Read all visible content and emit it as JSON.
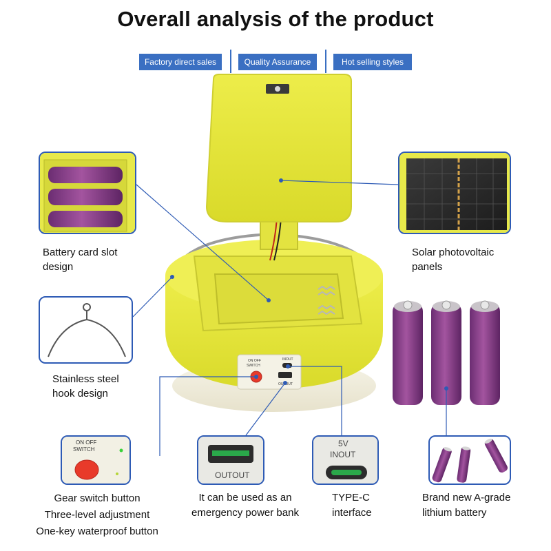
{
  "title": "Overall analysis of the product",
  "badges": [
    "Factory direct sales",
    "Quality Assurance",
    "Hot selling styles"
  ],
  "features": {
    "battery_slot": [
      "Battery card slot",
      "design"
    ],
    "solar": [
      "Solar photovoltaic",
      "panels"
    ],
    "hook": [
      "Stainless steel",
      "hook design"
    ],
    "switch": [
      "Gear switch button",
      "Three-level adjustment",
      "One-key waterproof button"
    ],
    "powerbank": [
      "It can be used as an",
      "emergency power bank"
    ],
    "typec": [
      "TYPE-C",
      "interface"
    ],
    "battery": [
      "Brand new A-grade",
      "lithium battery"
    ]
  },
  "device_text": {
    "on_off": "ON OFF",
    "switch": "SWITCH",
    "inout": "INOUT",
    "output": "OUTOUT",
    "five_v": "5V"
  },
  "colors": {
    "accent": "#3a6fc2",
    "callout_border": "#2e5bb5",
    "device_yellow": "#e8e83a",
    "battery_purple": "#8a3f8e",
    "button_red": "#e83a2a"
  }
}
